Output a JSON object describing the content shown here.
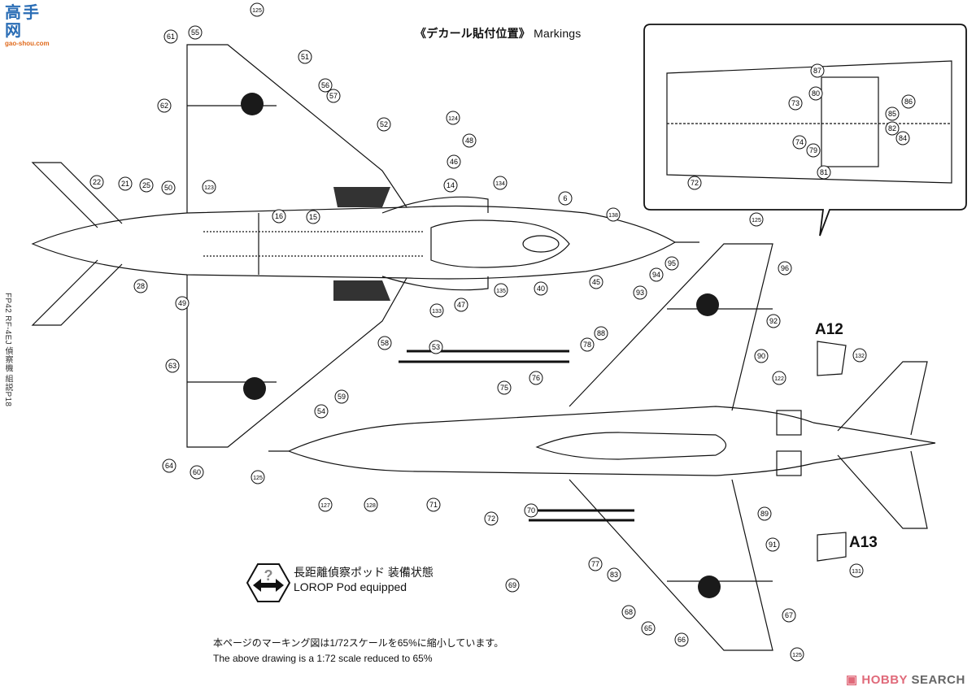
{
  "watermark": {
    "site_name": "高手网",
    "site_url": "gao-shou.com"
  },
  "title": {
    "jp": "《デカール貼付位置》",
    "en": "Markings"
  },
  "side_label": "FP42 RF-4EJ 偵察機 組説P18",
  "pod_legend": {
    "icon": "swap-arrows-question-hexagon-icon",
    "jp": "長距離偵察ポッド 装備状態",
    "en": "LOROP Pod equipped"
  },
  "scale_note": {
    "jp": "本ページのマーキング図は1/72スケールを65%に縮小しています。",
    "en": "The above drawing is a 1:72 scale reduced to 65%"
  },
  "parts": [
    {
      "label": "A12",
      "callout": "132"
    },
    {
      "label": "A13",
      "callout": "131"
    }
  ],
  "brand": {
    "icon": "hobby-search-logo-icon",
    "name_part1": "HOBBY",
    "name_part2": "SEARCH",
    "color": "#e06a7a"
  },
  "callouts": {
    "upper_view": [
      "55",
      "61",
      "125",
      "51",
      "56",
      "57",
      "62",
      "52",
      "124",
      "48",
      "46",
      "14",
      "134",
      "6",
      "138",
      "22",
      "21",
      "25",
      "50",
      "123",
      "16",
      "15",
      "28",
      "49",
      "45",
      "40",
      "135",
      "47",
      "133",
      "53",
      "58",
      "63",
      "59",
      "54",
      "64",
      "60",
      "125"
    ],
    "lower_view": [
      "125",
      "95",
      "96",
      "94",
      "93",
      "92",
      "88",
      "78",
      "90",
      "122",
      "76",
      "75",
      "127",
      "128",
      "71",
      "72",
      "70",
      "77",
      "83",
      "89",
      "91",
      "69",
      "68",
      "65",
      "66",
      "67",
      "125"
    ],
    "inset_view": [
      "87",
      "80",
      "73",
      "86",
      "85",
      "82",
      "84",
      "74",
      "79",
      "81",
      "72"
    ]
  },
  "colors": {
    "line": "#111111",
    "roundel": "#1a1a1a",
    "panel_dark": "#333333",
    "decal_outline": "#888888"
  }
}
